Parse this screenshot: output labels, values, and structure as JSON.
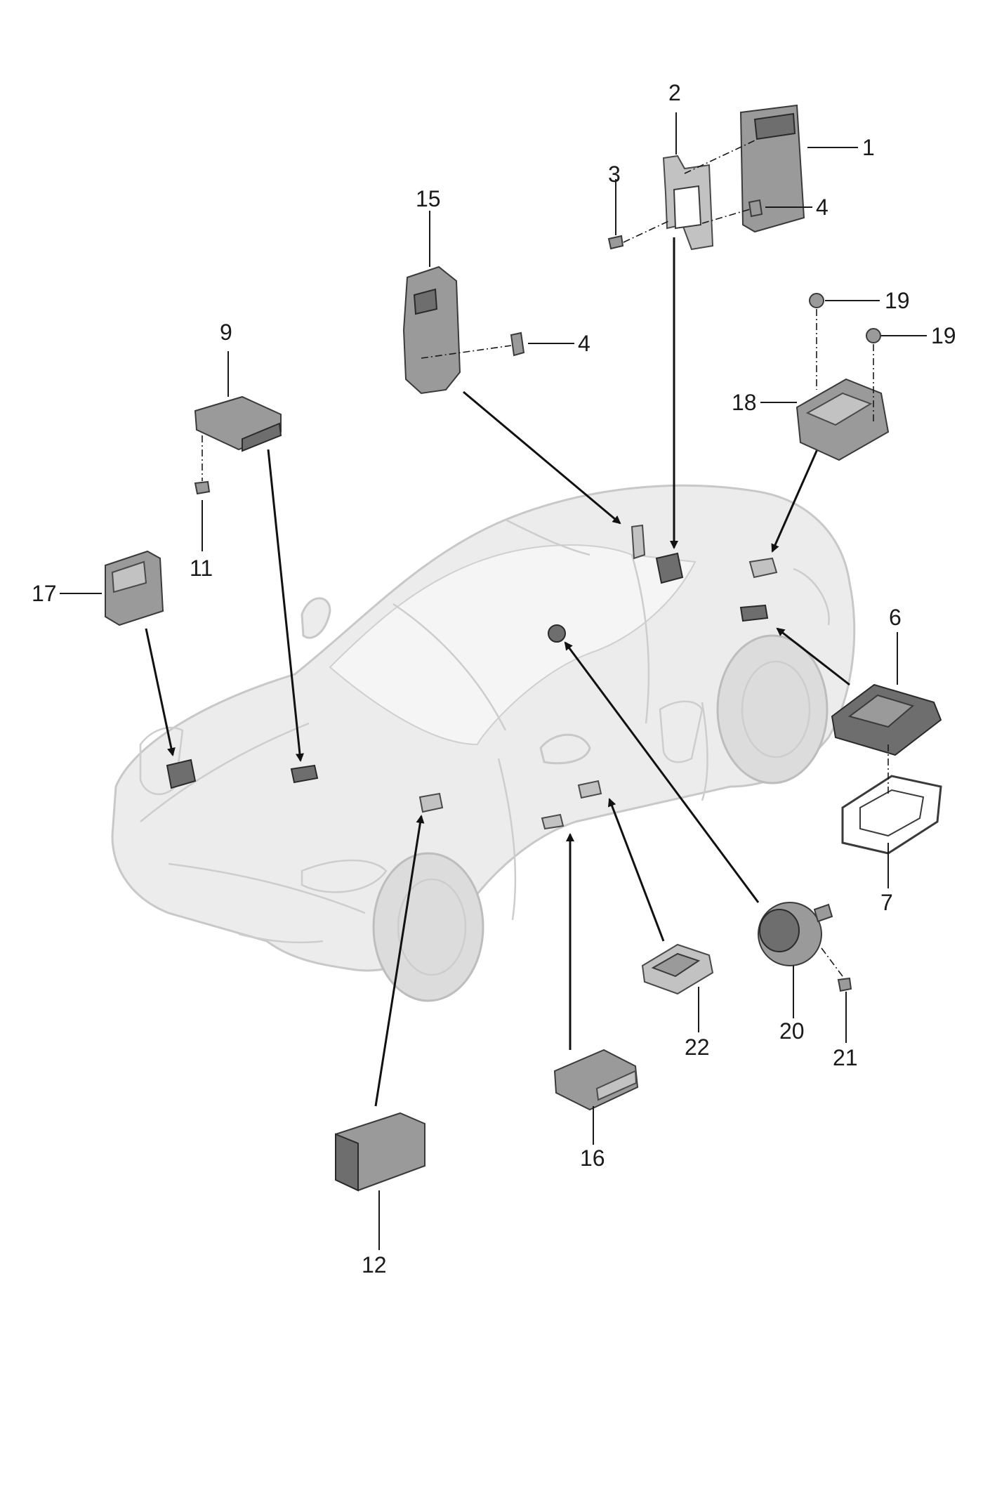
{
  "diagram": {
    "callouts": [
      {
        "id": "c1",
        "label": "1"
      },
      {
        "id": "c2",
        "label": "2"
      },
      {
        "id": "c3",
        "label": "3"
      },
      {
        "id": "c4a",
        "label": "4"
      },
      {
        "id": "c4b",
        "label": "4"
      },
      {
        "id": "c6",
        "label": "6"
      },
      {
        "id": "c7",
        "label": "7"
      },
      {
        "id": "c9",
        "label": "9"
      },
      {
        "id": "c11",
        "label": "11"
      },
      {
        "id": "c12",
        "label": "12"
      },
      {
        "id": "c15",
        "label": "15"
      },
      {
        "id": "c16",
        "label": "16"
      },
      {
        "id": "c17",
        "label": "17"
      },
      {
        "id": "c18",
        "label": "18"
      },
      {
        "id": "c19a",
        "label": "19"
      },
      {
        "id": "c19b",
        "label": "19"
      },
      {
        "id": "c20",
        "label": "20"
      },
      {
        "id": "c21",
        "label": "21"
      },
      {
        "id": "c22",
        "label": "22"
      }
    ]
  }
}
